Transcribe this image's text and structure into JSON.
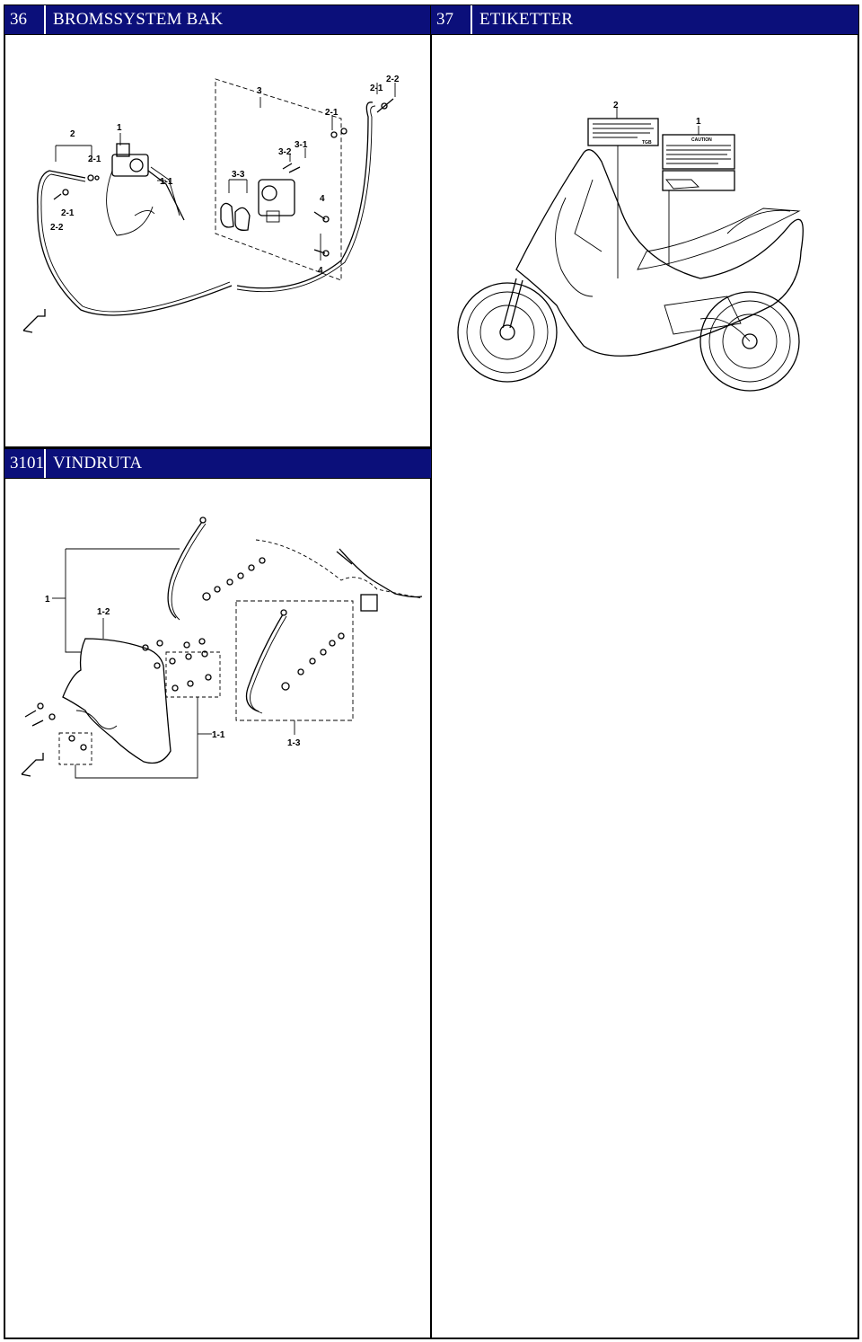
{
  "sections": [
    {
      "number": "36",
      "title": "BROMSSYSTEM BAK"
    },
    {
      "number": "37",
      "title": "ETIKETTER"
    },
    {
      "number": "3101",
      "title": "VINDRUTA"
    }
  ],
  "diagram_36": {
    "callouts": [
      "1",
      "1-1",
      "2",
      "2-1",
      "2-1",
      "2-2",
      "2-1",
      "2-2",
      "3",
      "3-1",
      "3-2",
      "3-3",
      "4",
      "4"
    ]
  },
  "diagram_37": {
    "callouts": [
      "2",
      "1"
    ],
    "label_heading": "CAUTION",
    "label_code": "TGB"
  },
  "diagram_3101": {
    "callouts": [
      "1",
      "1-2",
      "1-1",
      "1-3"
    ]
  }
}
